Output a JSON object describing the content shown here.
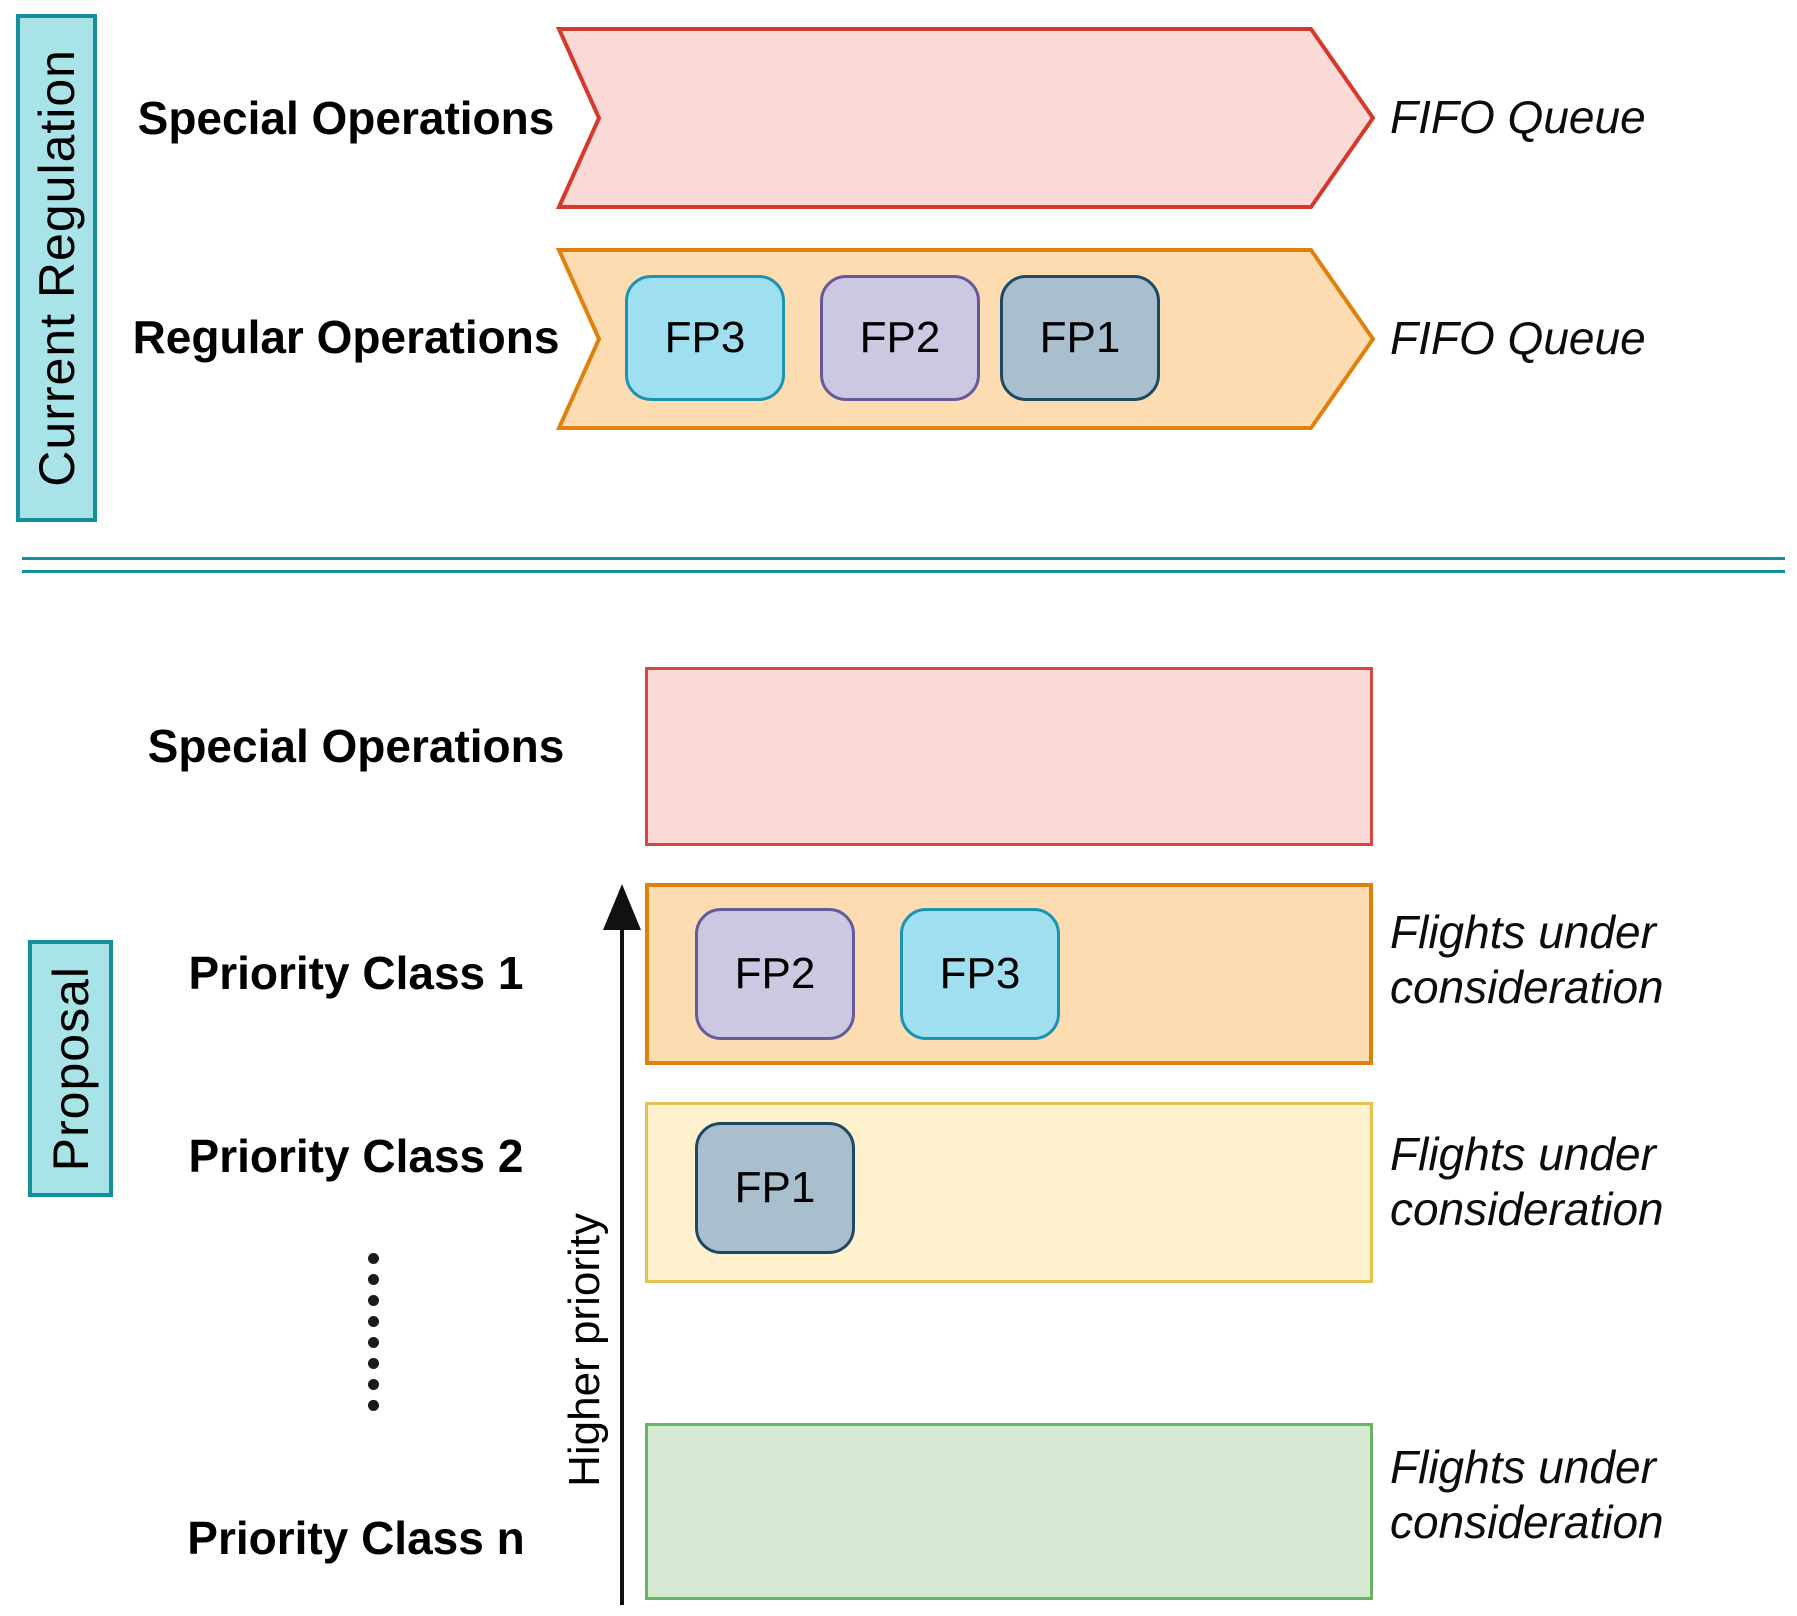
{
  "palette": {
    "teal_label_fill": "#a7e3e7",
    "teal_label_border": "#14909b",
    "divider": "#14909b",
    "pink_fill": "#fbd9d6",
    "pink_border": "#d6382b",
    "orange_fill": "#fcdcb0",
    "orange_border": "#e0800e",
    "yellow_fill": "#fdf2cd",
    "yellow_border": "#e5c054",
    "green_fill": "#d6ead3",
    "green_border": "#67b564",
    "fp_cyan_fill": "#9fdff0",
    "fp_cyan_border": "#1b93b5",
    "fp_lavender_fill": "#cdc8e2",
    "fp_lavender_border": "#655a9b",
    "fp_gray_fill": "#a9bfce",
    "fp_gray_border": "#1d4a63"
  },
  "current_regulation": {
    "side_label": "Current Regulation",
    "special_row": {
      "label": "Special Operations",
      "queue": "FIFO Queue"
    },
    "regular_row": {
      "label": "Regular Operations",
      "queue": "FIFO Queue",
      "chips": [
        "FP3",
        "FP2",
        "FP1"
      ]
    }
  },
  "proposal": {
    "side_label": "Proposal",
    "axis_label": "Higher priority",
    "ellipsis_icon": "vertical-ellipsis",
    "special_row": {
      "label": "Special Operations"
    },
    "class1_row": {
      "label": "Priority Class 1",
      "note": "Flights under consideration",
      "chips": [
        "FP2",
        "FP3"
      ]
    },
    "class2_row": {
      "label": "Priority Class 2",
      "note": "Flights under consideration",
      "chips": [
        "FP1"
      ]
    },
    "classn_row": {
      "label": "Priority Class n",
      "note": "Flights under consideration"
    }
  }
}
